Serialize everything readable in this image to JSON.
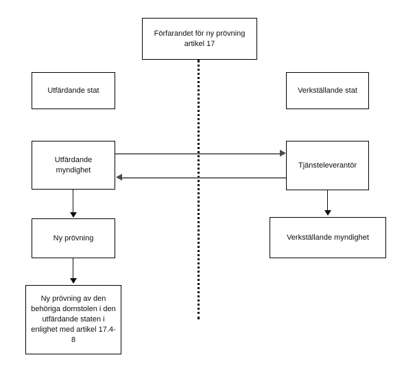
{
  "diagram": {
    "title": "Förfarandet för ny prövning artikel 17",
    "language": "sv",
    "colors": {
      "box_border": "#000000",
      "box_fill": "#ffffff",
      "text": "#0d0d0d",
      "cross_border_arrow": "#6e6e6e",
      "internal_arrow": "#0d0d0d",
      "divider": "#111111"
    },
    "nodes": {
      "procedure": "Förfarandet för ny prövning\nartikel 17",
      "issuing_state": "Utfärdande stat",
      "executing_state": "Verkställande stat",
      "issuing_authority": "Utfärdande\nmyndighet",
      "service_provider": "Tjänsteleverantör",
      "review": "Ny prövning",
      "executing_authority": "Verkställande myndighet",
      "court_review": "Ny prövning av den behöriga domstolen i den utfärdande staten i enlighet med artikel 17.4-8"
    },
    "edges": [
      {
        "id": "issuing-authority-to-service-provider",
        "from": "Utfärdande myndighet",
        "to": "Tjänsteleverantör",
        "direction": "right",
        "style": "solid-gray"
      },
      {
        "id": "service-provider-to-issuing-authority",
        "from": "Tjänsteleverantör",
        "to": "Utfärdande myndighet",
        "direction": "left",
        "style": "solid-gray"
      },
      {
        "id": "issuing-authority-to-review",
        "from": "Utfärdande myndighet",
        "to": "Ny prövning",
        "direction": "down",
        "style": "solid-black"
      },
      {
        "id": "review-to-court-review",
        "from": "Ny prövning",
        "to": "Ny prövning av den behöriga domstolen i den utfärdande staten i enlighet med artikel 17.4-8",
        "direction": "down",
        "style": "solid-black"
      },
      {
        "id": "service-provider-to-executing-authority",
        "from": "Tjänsteleverantör",
        "to": "Verkställande myndighet",
        "direction": "down",
        "style": "solid-black"
      }
    ],
    "divider": {
      "id": "state-divider",
      "orientation": "vertical",
      "style": "dotted",
      "separates": [
        "Utfärdande stat",
        "Verkställande stat"
      ]
    }
  }
}
